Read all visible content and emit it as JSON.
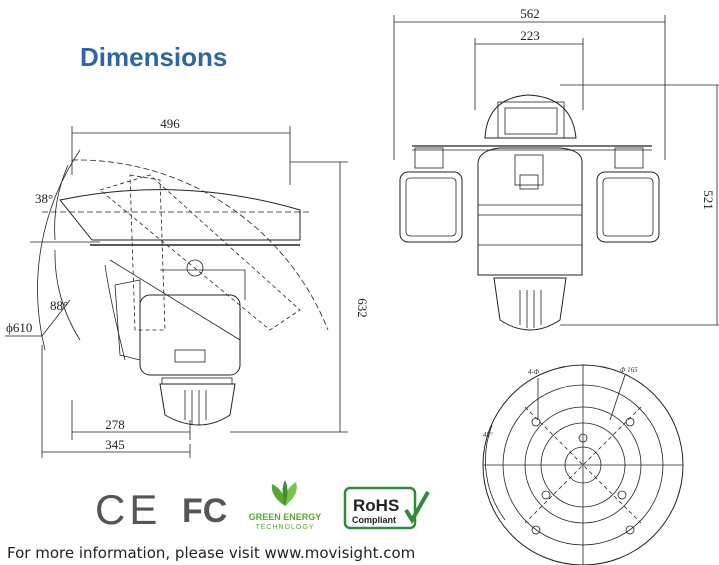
{
  "title": "Dimensions",
  "side_view": {
    "width_label": "496",
    "tilt_up_label": "38°",
    "tilt_down_label": "88°",
    "height_label": "632",
    "swing_diameter_label": "ϕ610",
    "base_width_label": "278",
    "total_depth_label": "345"
  },
  "front_view": {
    "overall_width_label": "562",
    "housing_width_label": "223",
    "height_label": "521"
  },
  "base_view": {
    "holes_label": "4-Φ",
    "pcd_label": "Φ 165",
    "angle_label": "45°"
  },
  "logos": {
    "ce": "CE",
    "fcc": "FC",
    "green_top": "GREEN ENERGY",
    "green_bottom": "TECHNOLOGY",
    "rohs_top": "RoHS",
    "rohs_bottom": "Compliant"
  },
  "footer": "For more information, please visit www.movisight.com",
  "colors": {
    "title": "#2f64a8",
    "line": "#222222",
    "green_leaf": "#5aa53a",
    "rohs_green": "#2f8a3a"
  }
}
